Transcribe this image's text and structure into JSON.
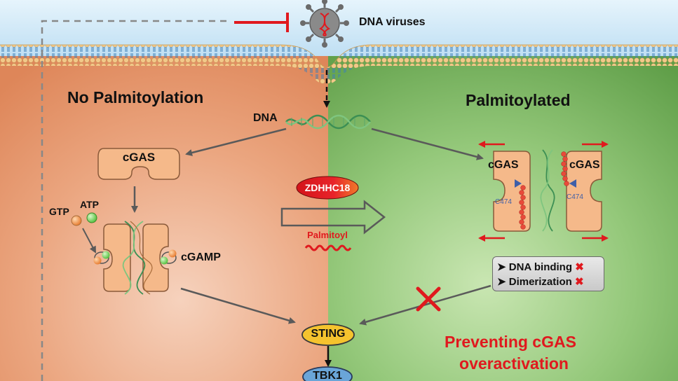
{
  "virus": {
    "label": "DNA viruses"
  },
  "left_panel": {
    "title": "No Palmitoylation",
    "cgas_label": "cGAS",
    "gtp_label": "GTP",
    "atp_label": "ATP",
    "cgamp_label": "cGAMP"
  },
  "right_panel": {
    "title": "Palmitoylated",
    "cgas_left_label": "cGAS",
    "cgas_right_label": "cGAS",
    "c474_left": "C474",
    "c474_right": "C474",
    "effects": [
      {
        "label": "DNA binding",
        "bullet": "➤",
        "mark": "✖"
      },
      {
        "label": "Dimerization",
        "bullet": "➤",
        "mark": "✖"
      }
    ],
    "conclusion_line1": "Preventing cGAS",
    "conclusion_line2": "overactivation"
  },
  "center": {
    "dna_label": "DNA",
    "enzyme_label": "ZDHHC18",
    "palmitoyl_label": "Palmitoyl"
  },
  "pathway": {
    "sting_label": "STING",
    "tbk1_label": "TBK1"
  },
  "colors": {
    "left_bg": "#e4926a",
    "right_bg": "#7fb965",
    "sky": "#cfe8f7",
    "protein": "#f5b98a",
    "inhibit_red": "#e0191e",
    "sting_fill": "#f5c32e",
    "tbk1_fill": "#6aa5d8"
  }
}
